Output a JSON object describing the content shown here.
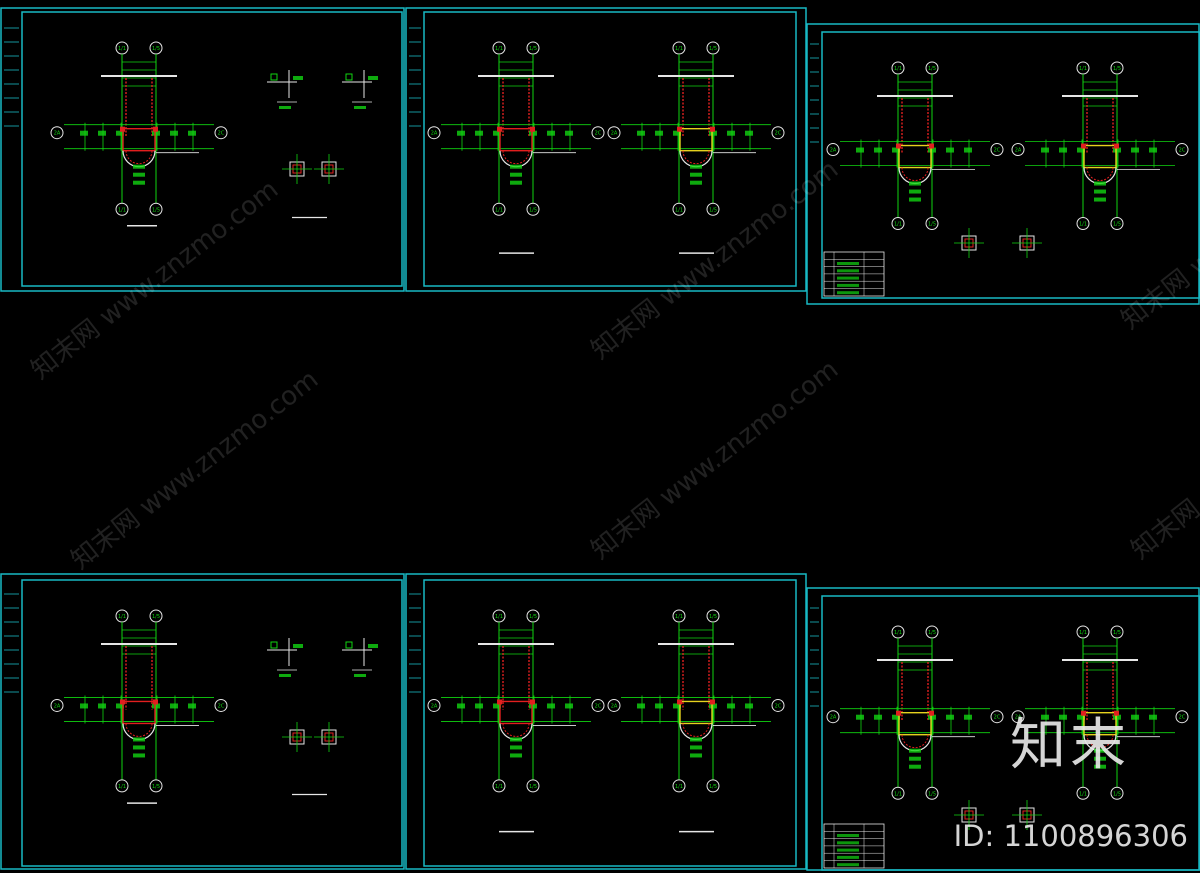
{
  "watermark": {
    "logo_text": "知末",
    "id_text": "ID: 1100896306",
    "diagonal_text": "知末网 www.znzmo.com"
  },
  "colors": {
    "frame": "#19b9c4",
    "grid": "#11d511",
    "wall": "#e21f1f",
    "column": "#e6d21e",
    "white": "#e6e6e6"
  },
  "sheets": [
    {
      "variant": "a",
      "labels": [
        "1/1",
        "1/5",
        "2A",
        "2C"
      ]
    },
    {
      "variant": "b",
      "labels": [
        "1/1",
        "1/5",
        "2A",
        "2C"
      ]
    },
    {
      "variant": "c",
      "labels": [
        "1/1",
        "1/5",
        "2A",
        "2C"
      ]
    },
    {
      "variant": "a",
      "labels": [
        "1/1",
        "1/5",
        "2A",
        "2C"
      ]
    },
    {
      "variant": "b",
      "labels": [
        "1/1",
        "1/5",
        "2A",
        "2C"
      ]
    },
    {
      "variant": "c",
      "labels": [
        "1/1",
        "1/5",
        "2A",
        "2C"
      ]
    }
  ]
}
